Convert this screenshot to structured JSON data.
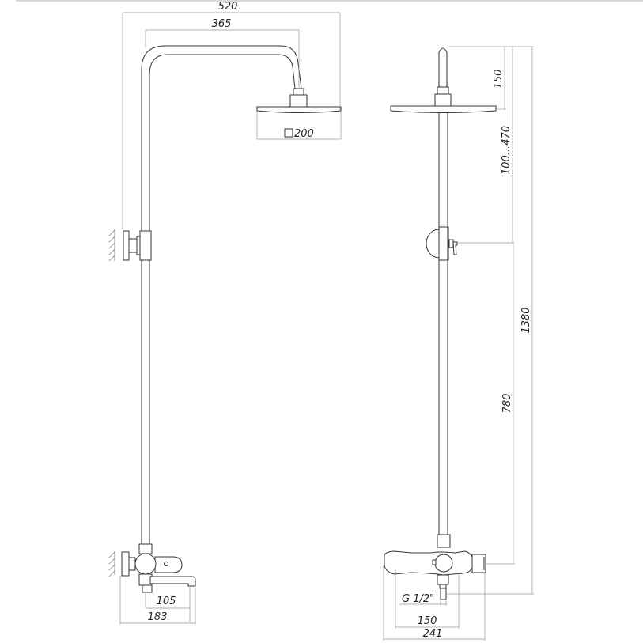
{
  "title": "Shower system dimension drawing",
  "side_view": {
    "dim_total_width": "520",
    "dim_arm_reach": "365",
    "dim_head_size": "200",
    "dim_spout_reach": "105",
    "dim_mixer_depth": "183"
  },
  "front_view": {
    "dim_arm_height": "150",
    "dim_holder_range": "100...470",
    "dim_total_height": "1380",
    "dim_mixer_to_holder": "780",
    "dim_thread": "G 1/2\"",
    "dim_inlet_spacing": "150",
    "dim_mixer_width": "241"
  }
}
